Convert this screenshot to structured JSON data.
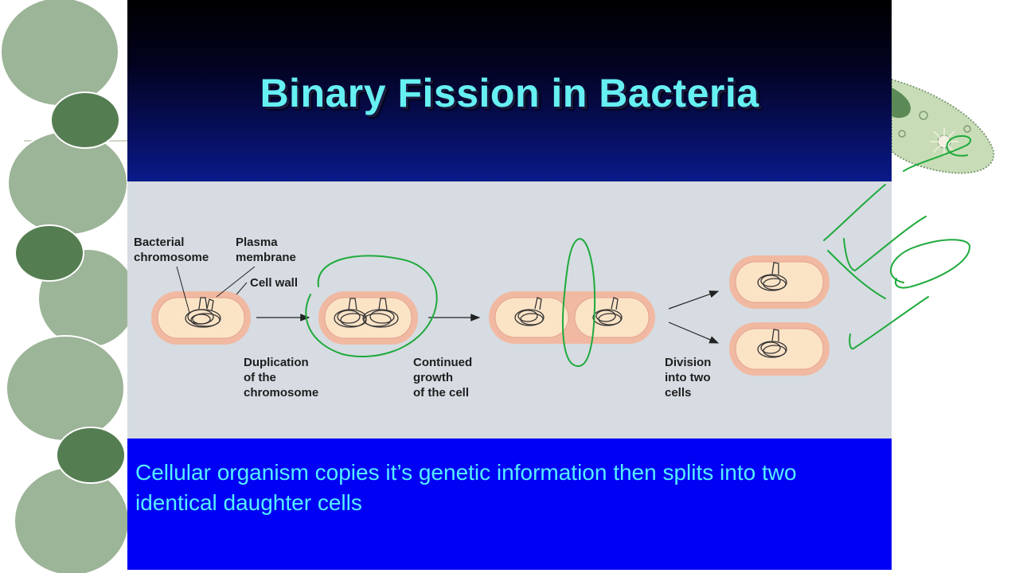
{
  "slide": {
    "title": "Binary Fission in Bacteria",
    "caption": "Cellular organism copies it’s genetic information then splits into two identical daughter cells"
  },
  "diagram": {
    "labels": {
      "bacterial_chromosome": "Bacterial\nchromosome",
      "plasma_membrane": "Plasma\nmembrane",
      "cell_wall": "Cell wall",
      "duplication": "Duplication\nof the\nchromosome",
      "continued_growth": "Continued\ngrowth\nof the cell",
      "division": "Division\ninto two\ncells"
    }
  },
  "colors": {
    "title_text": "#66f0f2",
    "caption_text": "#55eeff",
    "caption_bg": "#0000f4",
    "diagram_bg": "#d6dce2",
    "cell_wall": "#f1b9a2",
    "cytoplasm": "#fbe3c6",
    "annotation_ink": "#1faa3c",
    "decor_light": "#9cb497",
    "decor_dark": "#557d52"
  }
}
